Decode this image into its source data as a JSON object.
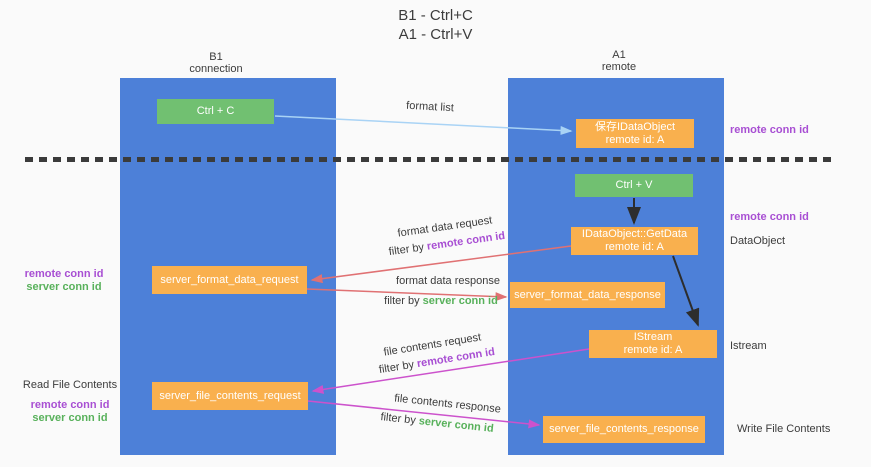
{
  "title": {
    "line1": "B1 - Ctrl+C",
    "line2": "A1 - Ctrl+V"
  },
  "columns": {
    "left": {
      "name": "B1",
      "role": "connection"
    },
    "right": {
      "name": "A1",
      "role": "remote"
    }
  },
  "nodes": {
    "ctrl_c": {
      "label": "Ctrl + C"
    },
    "save_idataobject": {
      "line1": "保存IDataObject",
      "line2": "remote id: A"
    },
    "ctrl_v": {
      "label": "Ctrl + V"
    },
    "getdata": {
      "line1": "IDataObject::GetData",
      "line2": "remote id: A"
    },
    "server_format_data_request": {
      "label": "server_format_data_request"
    },
    "server_format_data_response": {
      "label": "server_format_data_response"
    },
    "istream": {
      "line1": "IStream",
      "line2": "remote id: A"
    },
    "server_file_contents_request": {
      "label": "server_file_contents_request"
    },
    "server_file_contents_response": {
      "label": "server_file_contents_response"
    }
  },
  "flow_labels": {
    "format_list": "format list",
    "format_data_request": "format data request",
    "format_data_response": "format data response",
    "file_contents_request": "file contents request",
    "file_contents_response": "file contents response",
    "filter_by": "filter by",
    "remote_conn_id": "remote conn id",
    "server_conn_id": "server conn id"
  },
  "side_labels": {
    "remote_conn_id": "remote conn id",
    "server_conn_id": "server conn id",
    "dataobject": "DataObject",
    "istream": "Istream",
    "read_file_contents": "Read File Contents",
    "write_file_contents": "Write File Contents"
  },
  "colors": {
    "column_blue": "#4d80d8",
    "box_orange": "#f9b04e",
    "box_green": "#71c071",
    "arrow_lightblue": "#a9d3f5",
    "arrow_salmon": "#e07173",
    "arrow_magenta": "#cc52cc",
    "arrow_black": "#2d2d2d",
    "text_purple": "#a84fd3",
    "text_green": "#58b15b"
  }
}
